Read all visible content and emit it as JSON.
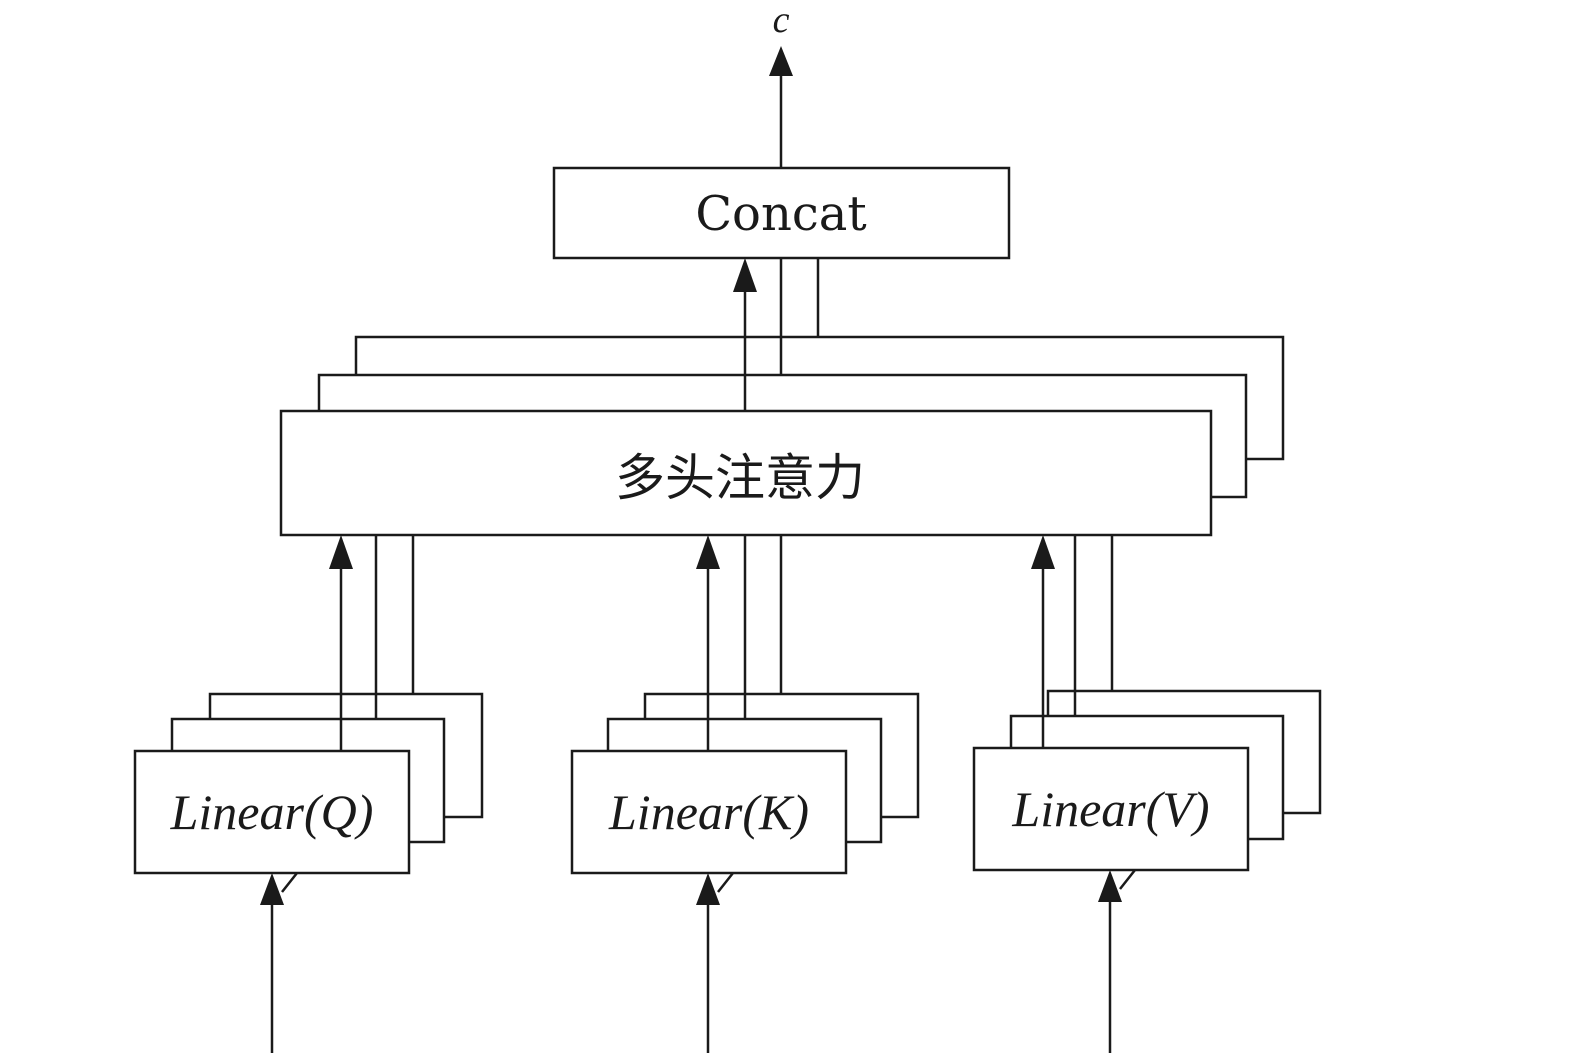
{
  "output_label": "c",
  "concat": {
    "label": "Concat"
  },
  "attention": {
    "label": "多头注意力"
  },
  "linear_q": {
    "label": "Linear(Q)"
  },
  "linear_k": {
    "label": "Linear(K)"
  },
  "linear_v": {
    "label": "Linear(V)"
  },
  "colors": {
    "stroke": "#1a1a1a",
    "background": "#ffffff"
  }
}
